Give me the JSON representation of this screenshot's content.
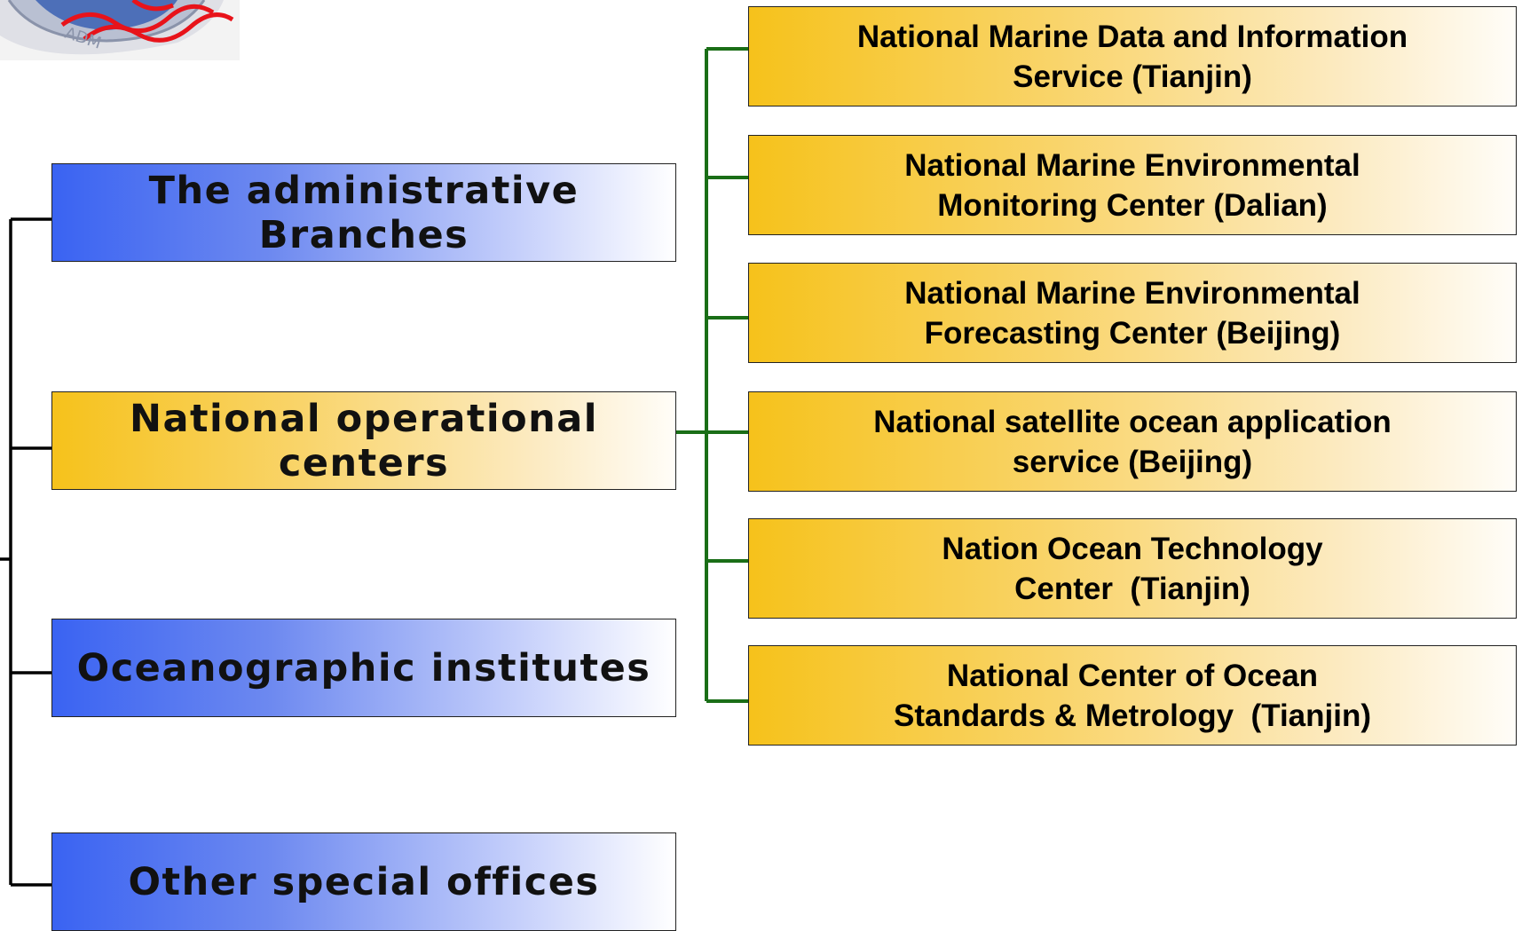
{
  "logo": {
    "seal_text": "ADM",
    "icon": "agency-seal-icon"
  },
  "connector_colors": {
    "main_tree": "#000000",
    "sub_tree": "#1a6e17"
  },
  "left_branches": [
    {
      "label": "The administrative Branches",
      "style": "blue"
    },
    {
      "label": "National operational centers",
      "style": "gold"
    },
    {
      "label": "Oceanographic institutes",
      "style": "blue"
    },
    {
      "label": "Other special offices",
      "style": "blue"
    }
  ],
  "operational_centers": [
    {
      "line1": "National Marine Data and Information",
      "line2": "Service (Tianjin)"
    },
    {
      "line1": "National Marine Environmental",
      "line2": "Monitoring Center (Dalian)"
    },
    {
      "line1": "National Marine Environmental",
      "line2": "Forecasting Center (Beijing)"
    },
    {
      "line1": "National satellite ocean application",
      "line2": "service (Beijing)"
    },
    {
      "line1": "Nation Ocean Technology",
      "line2": "Center  (Tianjin)"
    },
    {
      "line1": "National Center of Ocean",
      "line2": "Standards & Metrology  (Tianjin)"
    }
  ]
}
